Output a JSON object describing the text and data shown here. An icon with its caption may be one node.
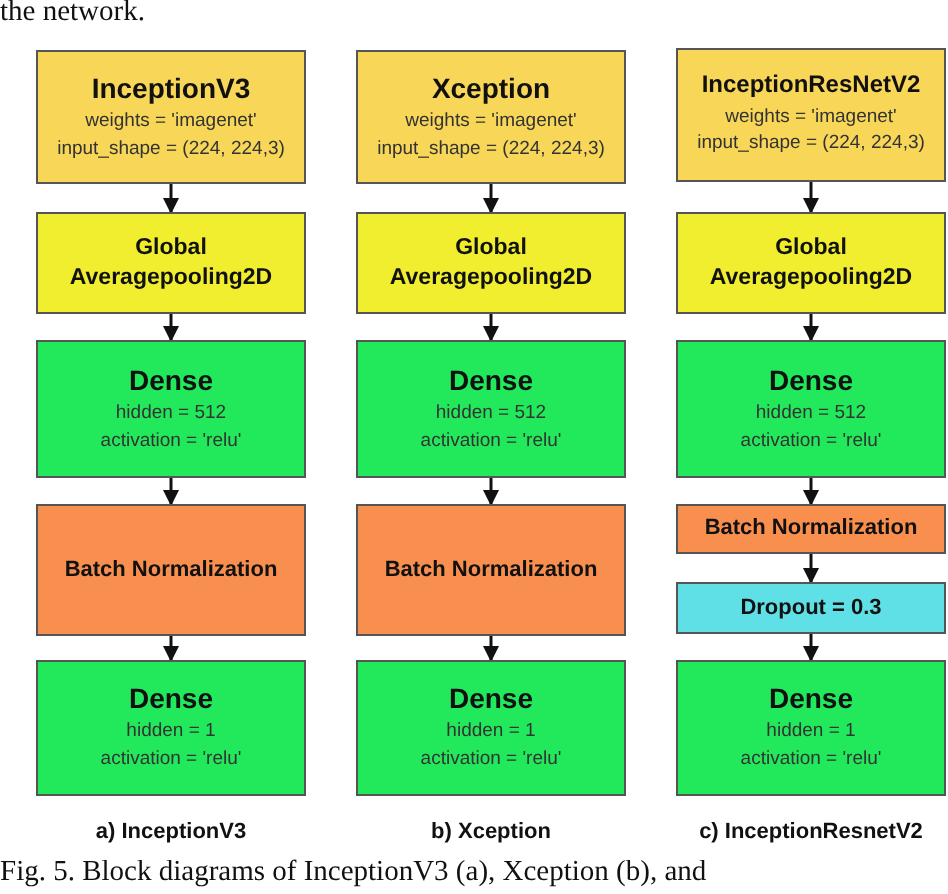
{
  "diagram": {
    "caption": "Fig. 5. Block diagrams of InceptionV3 (a), Xception (b), and",
    "nodes": [
      {
        "text": [
          "InceptionV3",
          "weights = 'imagenet'",
          "input_shape = (224, 224,3)"
        ]
      },
      {
        "text": [
          "Global Averagepooling2D"
        ]
      },
      {
        "text": [
          "Dense",
          "hidden = 512",
          "activation = 'relu'"
        ]
      },
      {
        "text": [
          "Batch Normalization"
        ]
      },
      {
        "text": [
          "Dense",
          "hidden = 1",
          "activation = 'relu'"
        ]
      },
      {
        "text": [
          "Xception",
          "weights = 'imagenet'",
          "input_shape = (224, 224,3)"
        ]
      },
      {
        "text": [
          "Global Averagepooling2D"
        ]
      },
      {
        "text": [
          "Dense",
          "hidden = 512",
          "activation = 'relu'"
        ]
      },
      {
        "text": [
          "Batch Normalization"
        ]
      },
      {
        "text": [
          "Dense",
          "hidden = 1",
          "activation = 'relu'"
        ]
      },
      {
        "text": [
          "InceptionResNetV2",
          "weights = 'imagenet'",
          "input_shape = (224, 224,3)"
        ]
      },
      {
        "text": [
          "Global Averagepooling2D"
        ]
      },
      {
        "text": [
          "Dense",
          "hidden = 512",
          "activation = 'relu'"
        ]
      },
      {
        "text": [
          "Batch Normalization"
        ]
      },
      {
        "text": [
          "Dropout = 0.3"
        ]
      },
      {
        "text": [
          "Dense",
          "hidden = 1",
          "activation = 'relu'"
        ]
      }
    ],
    "edges": [
      {
        "from": 0,
        "to": 1,
        "arrow": "to"
      },
      {
        "from": 1,
        "to": 2,
        "arrow": "to"
      },
      {
        "from": 2,
        "to": 3,
        "arrow": "to"
      },
      {
        "from": 3,
        "to": 4,
        "arrow": "to"
      },
      {
        "from": 5,
        "to": 6,
        "arrow": "to"
      },
      {
        "from": 6,
        "to": 7,
        "arrow": "to"
      },
      {
        "from": 7,
        "to": 8,
        "arrow": "to"
      },
      {
        "from": 8,
        "to": 9,
        "arrow": "to"
      },
      {
        "from": 10,
        "to": 11,
        "arrow": "to"
      },
      {
        "from": 11,
        "to": 12,
        "arrow": "to"
      },
      {
        "from": 12,
        "to": 13,
        "arrow": "to"
      },
      {
        "from": 13,
        "to": 14,
        "arrow": "to"
      },
      {
        "from": 14,
        "to": 15,
        "arrow": "to"
      }
    ],
    "labels": [
      "the network.",
      "a) InceptionV3",
      "b) Xception",
      "c) InceptionResnetV2"
    ]
  }
}
